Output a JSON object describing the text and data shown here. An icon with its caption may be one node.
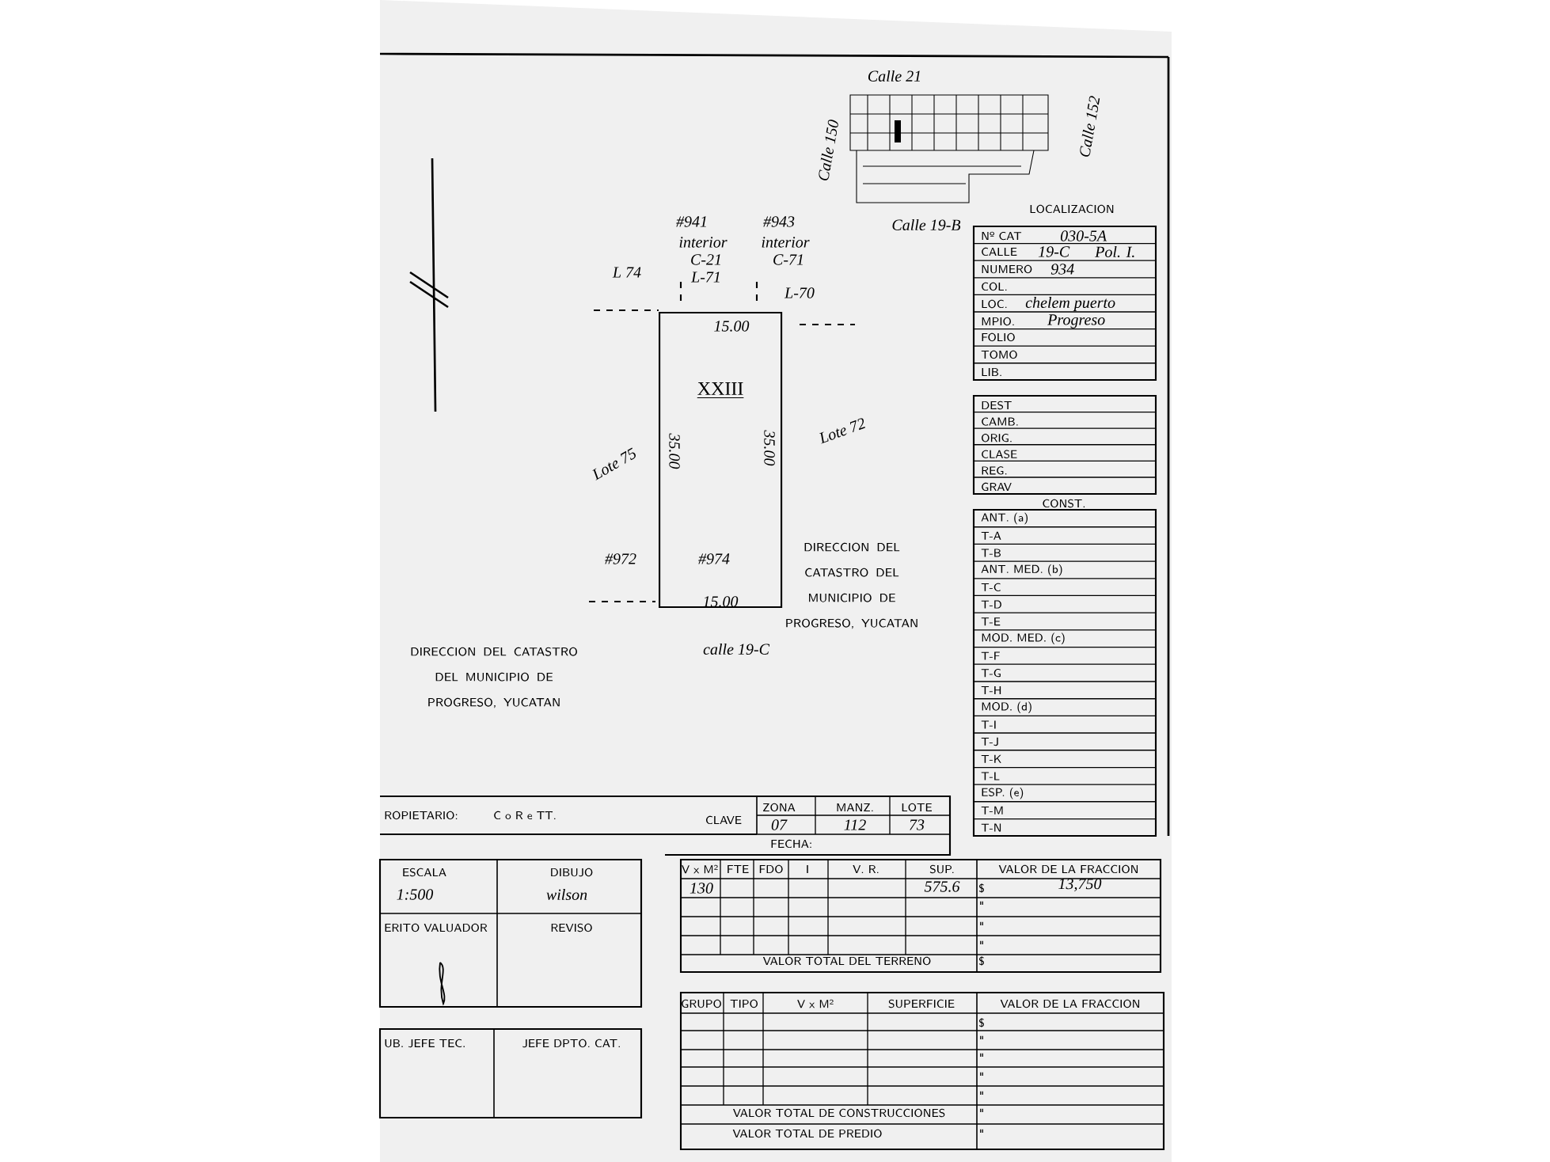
{
  "diagram": {
    "nodes": [
      {
        "text": [
          "XXIII"
        ]
      }
    ],
    "edges": [],
    "labels": [
      "Calle 21",
      "Calle 150",
      "Calle 152",
      "#941",
      "#943",
      "Calle 19-B",
      "interior",
      "interior",
      "C-21",
      "C-71",
      "L 74",
      "L-71",
      "L-70",
      "15.00",
      "Lote 75",
      "35.00",
      "35.00",
      "Lote 72",
      "#972",
      "#974",
      "15.00",
      "calle 19-C",
      "DIRECCION DEL CATASTRO DEL MUNICIPIO DE PROGRESO, YUCATAN",
      "DIRECCION DEL CATASTRO DEL MUNICIPIO DE PROGRESO, YUCATAN",
      "LOCALIZACION",
      "Nº CAT",
      "030-5A",
      "CALLE",
      "19-C",
      "Pol. I.",
      "NUMERO",
      "934",
      "COL.",
      "LOC.",
      "chelem puerto",
      "MPIO.",
      "Progreso",
      "FOLIO",
      "TOMO",
      "LIB.",
      "DEST",
      "CAMB.",
      "ORIG.",
      "CLASE",
      "REG.",
      "GRAV",
      "CONST.",
      "ANT. (a)",
      "T-A",
      "T-B",
      "ANT. MED. (b)",
      "T-C",
      "T-D",
      "T-E",
      "MOD. MED. (c)",
      "T-F",
      "T-G",
      "T-H",
      "MOD. (d)",
      "T-I",
      "T-J",
      "T-K",
      "T-L",
      "ESP. (e)",
      "T-M",
      "T-N",
      "ROPIETARIO:",
      "C o R e TT.",
      "CLAVE",
      "ZONA",
      "MANZ.",
      "LOTE",
      "07",
      "112",
      "73",
      "FECHA:",
      "ESCALA",
      "1:500",
      "DIBUJO",
      "wilson",
      "ERITO VALUADOR",
      "REVISO",
      "UB. JEFE TEC.",
      "JEFE DPTO. CAT.",
      "V x M²",
      "FTE",
      "FDO",
      "I",
      "V. R.",
      "SUP.",
      "VALOR DE LA FRACCION",
      "130",
      "575.6",
      "$",
      "13,750",
      "\"",
      "\"",
      "\"",
      "VALOR TOTAL DEL TERRENO",
      "$",
      "GRUPO",
      "TIPO",
      "V x M²",
      "SUPERFICIE",
      "VALOR DE LA FRACCION",
      "$",
      "\"",
      "\"",
      "\"",
      "\"",
      "VALOR TOTAL DE CONSTRUCCIONES",
      "\"",
      "VALOR TOTAL DE PREDIO",
      "\""
    ]
  }
}
